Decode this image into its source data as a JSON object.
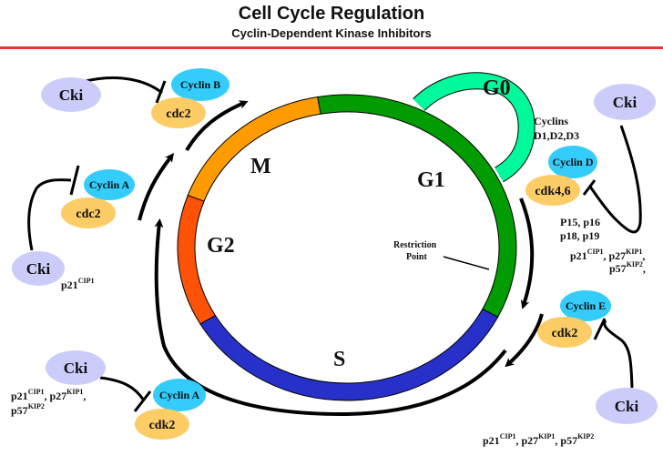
{
  "header": {
    "title": "Cell Cycle Regulation",
    "subtitle": "Cyclin-Dependent Kinase Inhibitors"
  },
  "colors": {
    "rule": "#ec3237",
    "G1": "#019b02",
    "S": "#2731c9",
    "G2": "#fe5206",
    "M": "#fd9b01",
    "G0": "#00fa9b",
    "cki": "#ccccfa",
    "cyclin": "#33ccfb",
    "cdk": "#fccc66"
  },
  "cycle": {
    "phases": [
      {
        "name": "G1",
        "label": "G1"
      },
      {
        "name": "S",
        "label": "S"
      },
      {
        "name": "G2",
        "label": "G2"
      },
      {
        "name": "M",
        "label": "M"
      },
      {
        "name": "G0",
        "label": "G0"
      }
    ],
    "restriction_point": [
      "Restriction",
      "Point"
    ]
  },
  "complexes": {
    "cyclinB_cdc2": {
      "cyclin": "Cyclin B",
      "cdk": "cdc2",
      "inhibitor": "Cki"
    },
    "cyclinA_cdc2": {
      "cyclin": "Cyclin A",
      "cdk": "cdc2",
      "inhibitor": "Cki",
      "inhibitor_note": {
        "base": "p21",
        "sup": "CIP1"
      }
    },
    "cyclinA_cdk2": {
      "cyclin": "Cyclin A",
      "cdk": "cdk2",
      "inhibitor": "Cki",
      "inhibitor_note": [
        {
          "base": "p21",
          "sup": "CIP1"
        },
        {
          "base": "p27",
          "sup": "KIP1"
        },
        {
          "base": "p57",
          "sup": "KIP2"
        }
      ]
    },
    "cyclinD_cdk46": {
      "cyclin": "Cyclin D",
      "cdk": "cdk4,6",
      "inhibitor": "Cki",
      "cyclins_note": [
        "Cyclins",
        "D1,D2,D3"
      ],
      "ink_note": [
        "P15, p16",
        "p18, p19"
      ],
      "inhibitor_note": [
        {
          "base": "p21",
          "sup": "CIP1"
        },
        {
          "base": "p27",
          "sup": "KIP1"
        },
        {
          "base": "p57",
          "sup": "KIP2"
        }
      ]
    },
    "cyclinE_cdk2": {
      "cyclin": "Cyclin E",
      "cdk": "cdk2",
      "inhibitor": "Cki",
      "inhibitor_note": [
        {
          "base": "p21",
          "sup": "CIP1"
        },
        {
          "base": "p27",
          "sup": "KIP1"
        },
        {
          "base": "p57",
          "sup": "KIP2"
        }
      ]
    }
  }
}
